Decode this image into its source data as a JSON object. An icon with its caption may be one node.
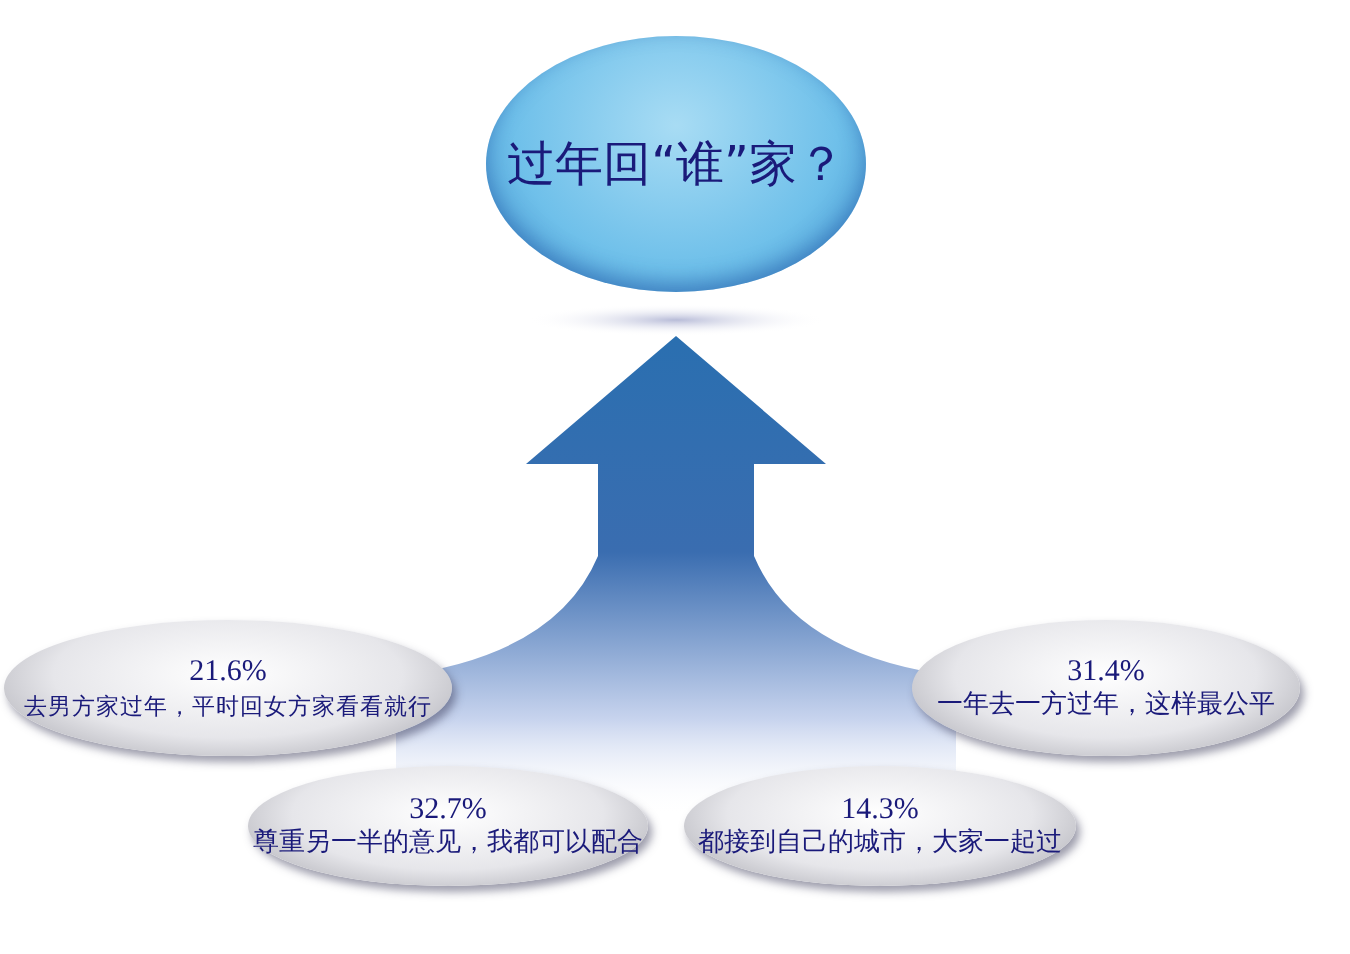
{
  "diagram": {
    "nodes": [
      {
        "text": [
          "过年回“谁”家？"
        ]
      },
      {
        "text": [
          "21.6%",
          "去男方家过年，平时回女方家看看就行"
        ]
      },
      {
        "text": [
          "31.4%",
          "一年去一方过年，这样最公平"
        ]
      },
      {
        "text": [
          "32.7%",
          "尊重另一半的意见，我都可以配合"
        ]
      },
      {
        "text": [
          "14.3%",
          "都接到自己的城市，大家一起过"
        ]
      }
    ]
  }
}
